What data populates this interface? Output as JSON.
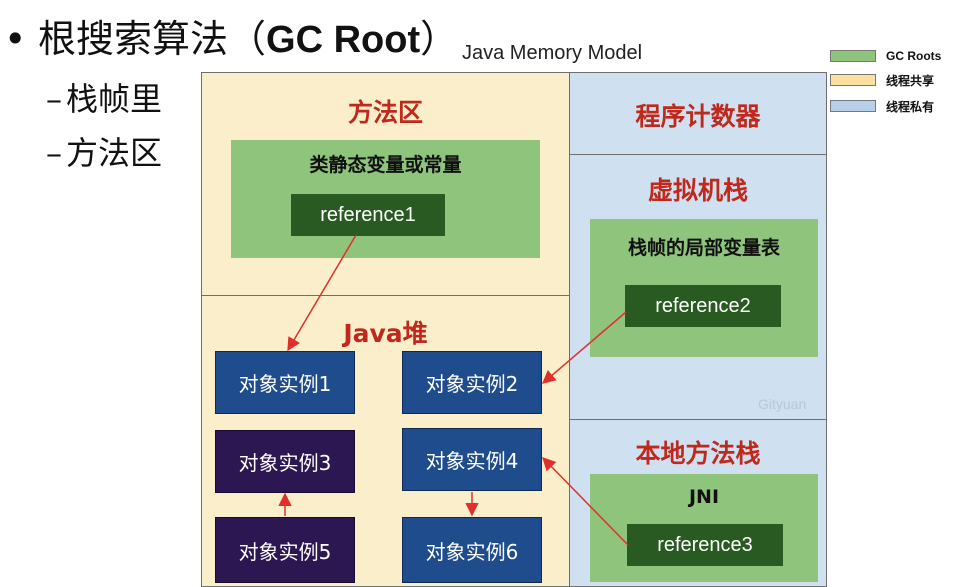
{
  "bullets": {
    "marker": "•",
    "main_prefix": "根搜索算法（",
    "main_en": "GC Root",
    "main_suffix": "）",
    "sub_dash": "–",
    "sub_items": [
      "栈帧里",
      "方法区"
    ]
  },
  "diagram": {
    "title": "Java Memory Model",
    "method_area": {
      "title": "方法区",
      "group_label": "类静态变量或常量",
      "reference": "reference1"
    },
    "heap": {
      "title": "Java堆",
      "objects": [
        "对象实例1",
        "对象实例2",
        "对象实例3",
        "对象实例4",
        "对象实例5",
        "对象实例6"
      ]
    },
    "pc_register": {
      "title": "程序计数器"
    },
    "vm_stack": {
      "title": "虚拟机栈",
      "group_label": "栈帧的局部变量表",
      "reference": "reference2",
      "watermark": "Gityuan"
    },
    "native_stack": {
      "title": "本地方法栈",
      "group_label": "JNI",
      "reference": "reference3"
    }
  },
  "legend": [
    {
      "label": "GC Roots",
      "color": "#8fc47d"
    },
    {
      "label": "线程共享",
      "color": "#fbe0a0"
    },
    {
      "label": "线程私有",
      "color": "#b8d0ea"
    }
  ],
  "colors": {
    "title_red": "#c0281b",
    "arrow_red": "#e0302a",
    "shared_bg": "#fbeecb",
    "private_bg": "#cfe0f1",
    "gc_root_green": "#8fc47d",
    "reference_green": "#295a22",
    "object_blue": "#1f4c8c",
    "object_dark": "#2c1752"
  }
}
